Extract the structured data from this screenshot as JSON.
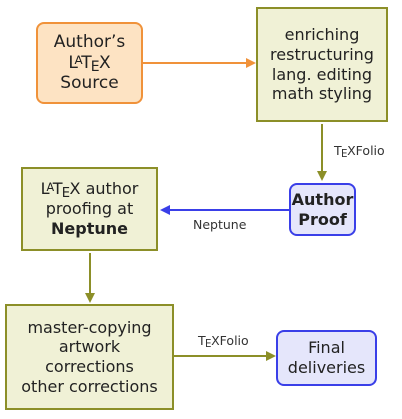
{
  "colors": {
    "orange_fill": "#fde3c3",
    "orange_border": "#f0923a",
    "olive_fill": "#f0f1d6",
    "olive_border": "#8c8f28",
    "blue_fill": "#e5e6fb",
    "blue_border": "#3a3fe8",
    "orange_arrow": "#f0923a",
    "olive_arrow": "#8c8f28",
    "blue_arrow": "#3a3fe8"
  },
  "nodes": {
    "source": {
      "line1": "Author’s",
      "latex": {
        "l": "L",
        "a": "A",
        "t": "T",
        "e": "E",
        "x": "X"
      },
      "line3": "Source"
    },
    "enrich": {
      "lines": [
        "enriching",
        "restructuring",
        "lang. editing",
        "math styling"
      ]
    },
    "author_proof": {
      "lines": [
        "Author",
        "Proof"
      ]
    },
    "proofing": {
      "latex": {
        "l": "L",
        "a": "A",
        "t": "T",
        "e": "E",
        "x": "X"
      },
      "line1_rest": " author",
      "line2": "proofing at",
      "line3": "Neptune"
    },
    "master": {
      "lines": [
        "master-copying",
        "artwork",
        "corrections",
        "other corrections"
      ]
    },
    "final": {
      "lines": [
        "Final",
        "deliveries"
      ]
    }
  },
  "edges": {
    "texfolio_1": {
      "t": "T",
      "e": "E",
      "rest": "XFolio"
    },
    "neptune": {
      "label": "Neptune"
    },
    "texfolio_2": {
      "t": "T",
      "e": "E",
      "rest": "XFolio"
    }
  }
}
